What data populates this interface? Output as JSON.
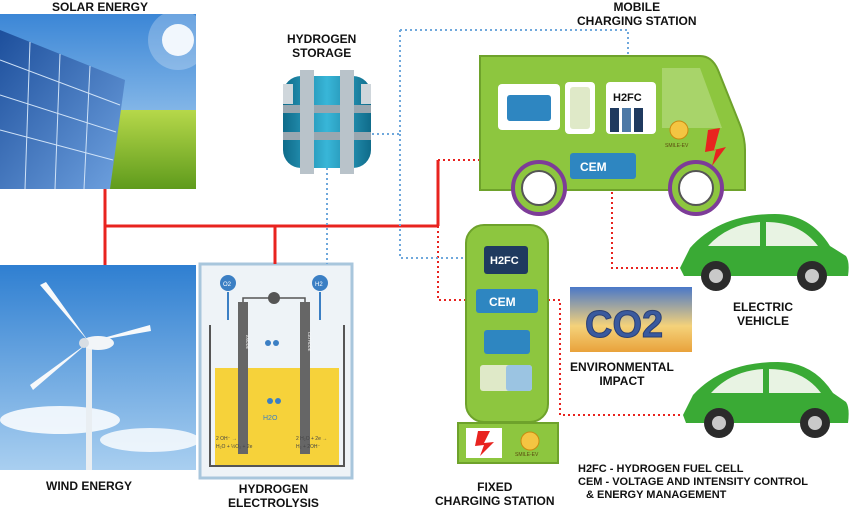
{
  "labels": {
    "solar": "SOLAR ENERGY",
    "wind": "WIND ENERGY",
    "storage_line1": "HYDROGEN",
    "storage_line2": "STORAGE",
    "electrolysis_line1": "HYDROGEN",
    "electrolysis_line2": "ELECTROLYSIS",
    "mobile_line1": "MOBILE",
    "mobile_line2": "CHARGING STATION",
    "fixed_line1": "FIXED",
    "fixed_line2": "CHARGING STATION",
    "ev_line1": "ELECTRIC",
    "ev_line2": "VEHICLE",
    "env_line1": "ENVIRONMENTAL",
    "env_line2": "IMPACT"
  },
  "modules": {
    "h2fc": "H2FC",
    "cem": "CEM",
    "co2": "CO2",
    "brand": "SMILE-EV"
  },
  "electrolysis": {
    "o2": "O2",
    "h2": "H2",
    "water": "H2O",
    "anode": "ANODE",
    "cathode": "CATHODE",
    "left_eq1": "2 OH⁻ →",
    "left_eq2": "H₂O + ½O₂ + 2e",
    "right_eq1": "2 H₂O + 2e →",
    "right_eq2": "H₂ + 2OH⁻"
  },
  "legend": {
    "line1": "H2FC - HYDROGEN FUEL CELL",
    "line2": "CEM - VOLTAGE AND INTENSITY CONTROL",
    "line3": "& ENERGY MANAGEMENT"
  },
  "colors": {
    "power_line": "#e8231f",
    "h2_line": "#6fa8dc",
    "station_green": "#8dc63f",
    "car_green": "#3aaa35",
    "cem_blue": "#2e86c1"
  }
}
